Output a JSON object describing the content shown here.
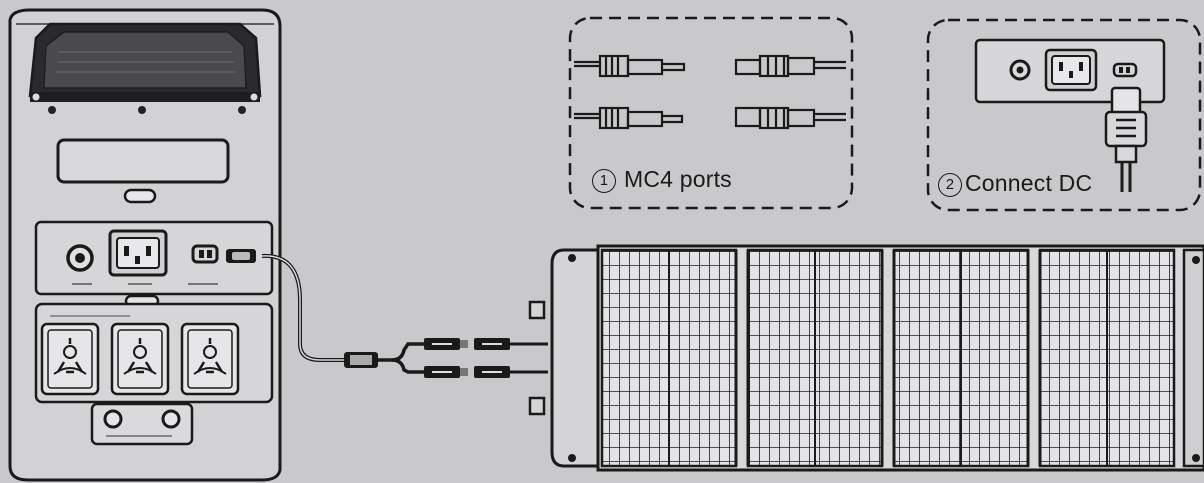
{
  "callouts": {
    "mc4": {
      "number": "1",
      "text": "MC4 ports"
    },
    "dc": {
      "number": "2",
      "text": "Connect DC"
    }
  },
  "colors": {
    "background": "#c9c9cb",
    "outline": "#1a1a1a",
    "station_body": "#d4d4d6",
    "panel_cell": "#e2e2e4"
  },
  "icons": [
    "dc-port-icon",
    "ac-outlet-icon",
    "mc4-connector-icon",
    "solar-panel-icon",
    "power-station-icon"
  ]
}
